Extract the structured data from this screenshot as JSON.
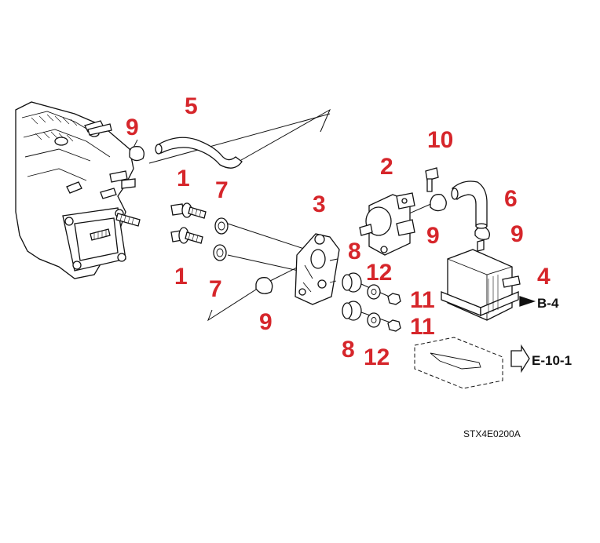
{
  "callouts": {
    "c1a": "1",
    "c1b": "1",
    "c2": "2",
    "c3": "3",
    "c4": "4",
    "c5": "5",
    "c6": "6",
    "c7a": "7",
    "c7b": "7",
    "c8a": "8",
    "c8b": "8",
    "c9a": "9",
    "c9b": "9",
    "c9c": "9",
    "c9d": "9",
    "c10": "10",
    "c11a": "11",
    "c11b": "11",
    "c12a": "12",
    "c12b": "12"
  },
  "references": {
    "b4": "B-4",
    "e10": "E-10-1"
  },
  "diagram_code": "STX4E0200A",
  "colors": {
    "callout": "#d6262b",
    "line": "#111111"
  }
}
